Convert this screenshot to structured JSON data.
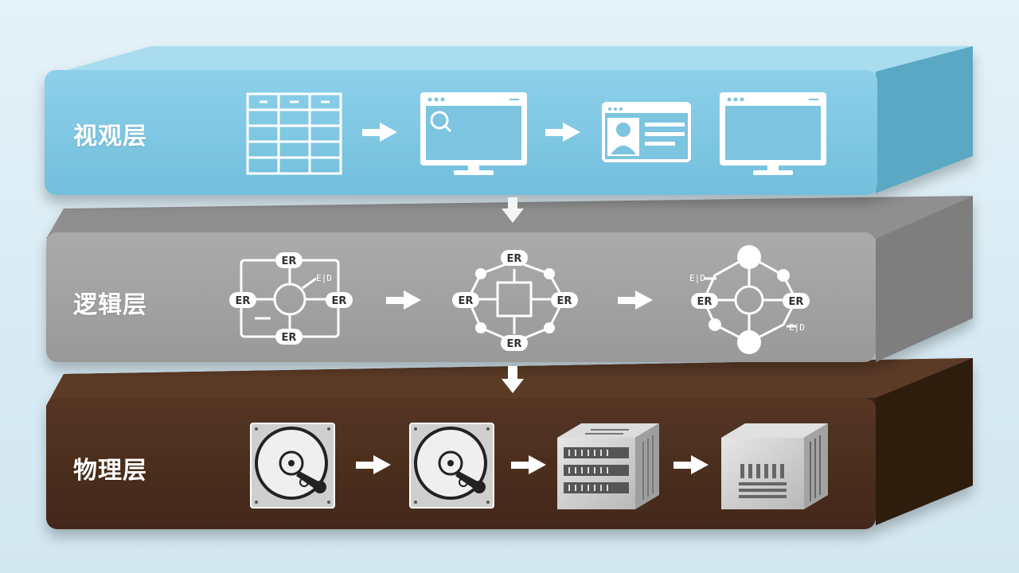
{
  "layers": [
    {
      "id": "view",
      "label": "视观层",
      "color": "#7ec8e3"
    },
    {
      "id": "logic",
      "label": "逻辑层",
      "color": "#9e9e9e"
    },
    {
      "id": "physical",
      "label": "物理层",
      "color": "#4a2e1e"
    }
  ],
  "er_label": "ER",
  "small_tag": "E|D"
}
